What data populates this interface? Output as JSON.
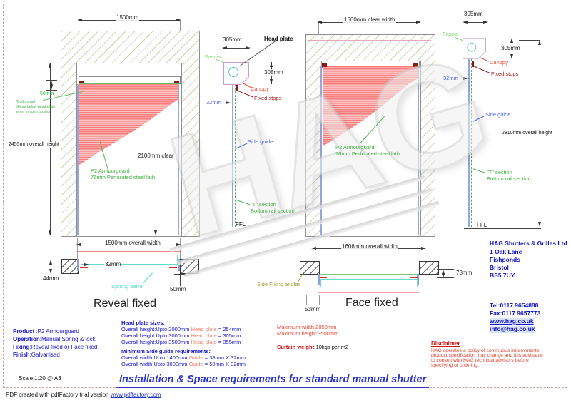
{
  "watermark": "HAG",
  "labels": {
    "ffl": "FFL",
    "side_guide": "Side guide",
    "t_section": "\"T\" section",
    "bottom_rail": "Bottom rail section",
    "fascia": "Fascia",
    "canopy": "Canopy",
    "fixed_stops": "Fixed stops",
    "head_plate": "Head plate",
    "dim_305": "305mm",
    "dim_32": "32mm",
    "p2_line1": "P2 Armourguard",
    "p2_line2": "76mm Perforated steel lath"
  },
  "reveal": {
    "top_dim": "1500mm",
    "offset_50": "50mm",
    "note_lines": [
      "*Bottom rail",
      "50mm below head plate",
      "when in open position"
    ],
    "overall_height": "2455mm overall height",
    "clear_height": "2100mm clear",
    "plan": {
      "width": "1500mm overall width",
      "d44": "44mm",
      "d32": "32mm",
      "d50": "50mm",
      "barrel": "Sprung barrel",
      "title": "Reveal fixed"
    }
  },
  "face": {
    "top_dim": "1500mm clear width",
    "overall_height": "2810mm overall height",
    "plan": {
      "width": "1606mm overall width",
      "angles": "Side Fixing angles",
      "d53": "53mm",
      "d78": "78mm",
      "title": "Face fixed"
    }
  },
  "company": {
    "name": "HAG Shutters & Grilles Ltd",
    "address": [
      "1 Oak Lane",
      "Fishponds",
      "Bristol",
      "BS5 7UY"
    ],
    "tel": "Tel:0117 9654888",
    "fax": "Fax:0117 9657773",
    "web": "www.hag.co.uk",
    "email": "info@hag.co.uk"
  },
  "product": {
    "rows": [
      {
        "label": "Product ",
        "value": ":P2 Armourguard"
      },
      {
        "label": "Operation",
        "value": ":Manual Spring & lock"
      },
      {
        "label": "Fixing",
        "value": ":Reveal fixed or Face fixed"
      },
      {
        "label": "Finish",
        "value": ":Galvanised"
      }
    ]
  },
  "head_plate_table": {
    "heading": "Head plate sizes:",
    "rows": [
      {
        "pre": "Overall height:Upto 2000mm ",
        "mid": "Head plate",
        "post": " = 254mm"
      },
      {
        "pre": "Overall height:Upto 3000mm ",
        "mid": "Head plate",
        "post": " = 305mm"
      },
      {
        "pre": "Overall height:Upto 3500mm ",
        "mid": "Head plate",
        "post": " = 355mm"
      }
    ]
  },
  "guide_table": {
    "heading": "Minimum Side guide requirements:",
    "rows": [
      {
        "pre": "Overall width:Upto 1400mm ",
        "mid": "Guide",
        "post": " = 38mm X 32mm"
      },
      {
        "pre": "Overall width:Upto 3000mm ",
        "mid": "Guide",
        "post": " = 50mm X 32mm"
      }
    ]
  },
  "limits": {
    "max_width": "Maximum width:2850mm",
    "max_height": "Maximum height:3500mm",
    "curtain_label": "Curtain weight:",
    "curtain_value": "10kgs per m2"
  },
  "disclaimer": {
    "heading": "Disclaimer",
    "lines": [
      "HAG operates a policy of continuous improvments,",
      "product specification may change and it is advisable",
      "to consult with HAG technical advisors before",
      "specifying or ordering."
    ]
  },
  "footer": {
    "scale": "Scale:1:20 @ A3",
    "title": "Installation & Space requirements for standard manual shutter",
    "pdf_prefix": "PDF created with pdfFactory trial version ",
    "pdf_link": "www.pdffactory.com"
  }
}
